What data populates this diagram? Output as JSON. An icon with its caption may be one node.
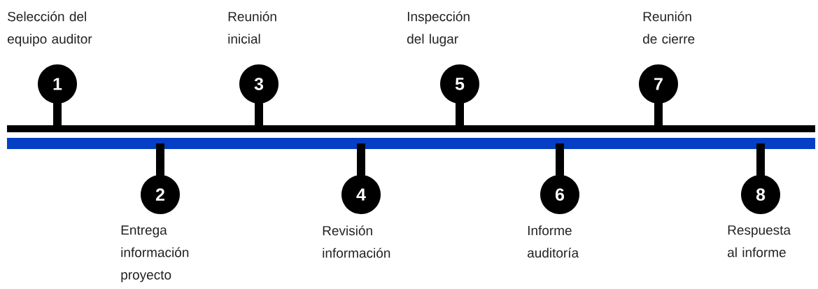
{
  "diagram": {
    "nodes": [
      {
        "text": [
          "1"
        ],
        "beside": [
          "Selección del equipo auditor"
        ]
      },
      {
        "text": [
          "2"
        ],
        "beside": [
          "Entrega información proyecto"
        ]
      },
      {
        "text": [
          "3"
        ],
        "beside": [
          "Reunión inicial"
        ]
      },
      {
        "text": [
          "4"
        ],
        "beside": [
          "Revisión información"
        ]
      },
      {
        "text": [
          "5"
        ],
        "beside": [
          "Inspección del lugar"
        ]
      },
      {
        "text": [
          "6"
        ],
        "beside": [
          "Informe auditoría"
        ]
      },
      {
        "text": [
          "7"
        ],
        "beside": [
          "Reunión de cierre"
        ]
      },
      {
        "text": [
          "8"
        ],
        "beside": [
          "Respuesta al informe"
        ]
      }
    ]
  }
}
